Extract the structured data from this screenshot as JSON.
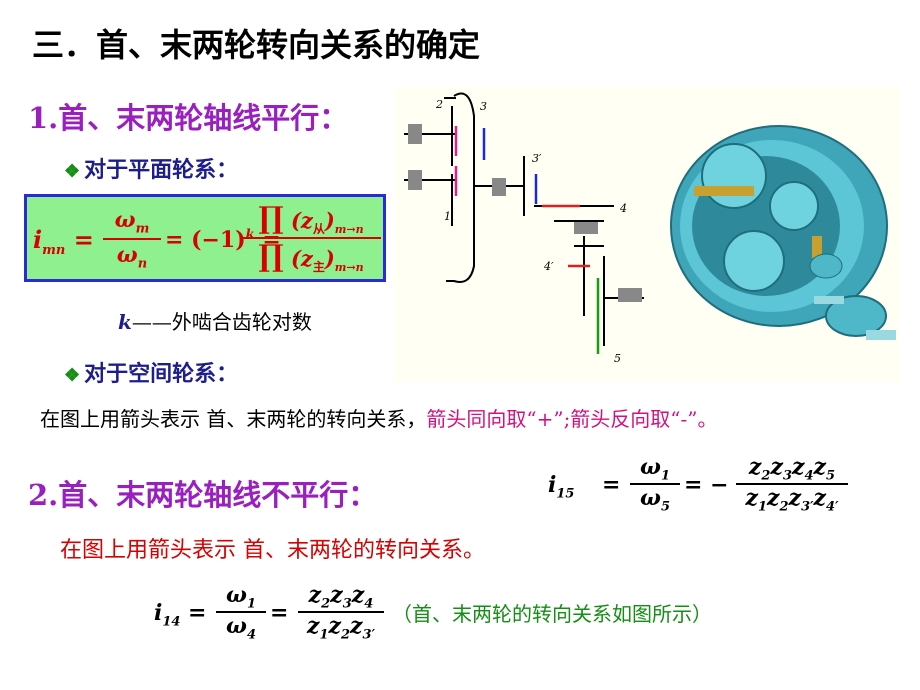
{
  "slide": {
    "title": "三．首、末两轮转向关系的确定",
    "section1": "1.首、末两轮轴线平行：",
    "bullet_planar": "对于平面轮系：",
    "bullet_spatial": "对于空间轮系：",
    "k_desc": "——外啮合齿轮对数",
    "k_symbol": "k",
    "arrow_text": "在图上用箭头表示 首、末两轮的转向关系，",
    "arrow_text_rule": "箭头同向取“+”;箭头反向取“-”。",
    "section2": "2.首、末两轮轴线不平行：",
    "red_text": "在图上用箭头表示 首、末两轮的转向关系。",
    "note": "（首、末两轮的转向关系如图所示）"
  },
  "formula1": {
    "lhs": "i",
    "lhs_sub": "mn",
    "num": "ω",
    "num_sub": "m",
    "den": "ω",
    "den_sub": "n",
    "sign": "(−1)",
    "sign_exp": "k",
    "prod_num": "(z",
    "prod_num_sub": "从",
    "prod_num_range": "m→n",
    "prod_den": "(z",
    "prod_den_sub": "主",
    "prod_den_range": "m→n"
  },
  "formula15": {
    "lhs_sub": "15",
    "w1": "1",
    "w5": "5",
    "num": [
      "2",
      "3",
      "4",
      "5"
    ],
    "den": [
      "1",
      "2",
      "3′",
      "4′"
    ]
  },
  "formula14": {
    "lhs_sub": "14",
    "w1": "1",
    "w4": "4",
    "num": [
      "2",
      "3",
      "4"
    ],
    "den": [
      "1",
      "2",
      "3′"
    ]
  },
  "diagram": {
    "labels": [
      "2",
      "3",
      "3′",
      "4",
      "4′",
      "1",
      "5"
    ]
  },
  "colors": {
    "title": "#000000",
    "heading": "#9a1fbf",
    "bullet": "#1d1d8c",
    "formula_bg": "#8ef08e",
    "formula_border": "#2a2ad6",
    "formula_text": "#d80000",
    "note": "#148f14",
    "gear": "#4fb8c8"
  }
}
